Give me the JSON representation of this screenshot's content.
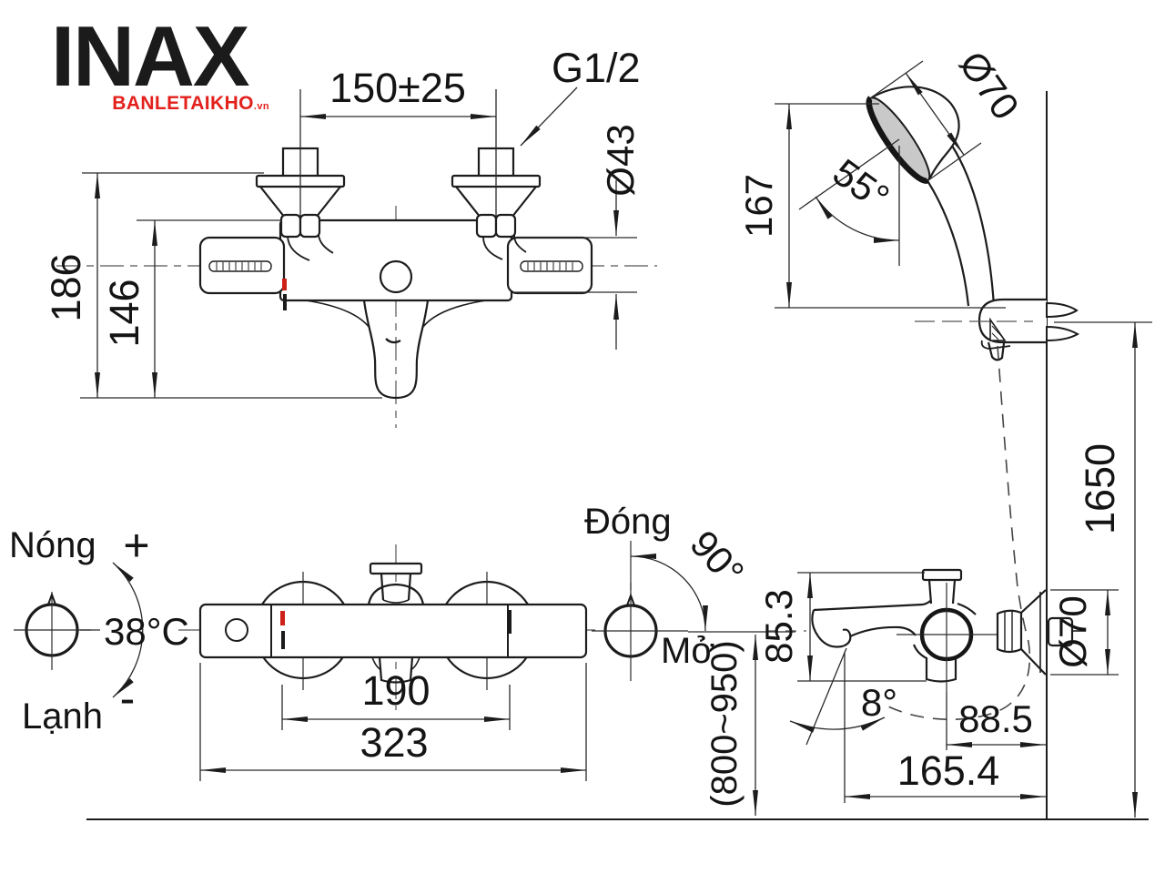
{
  "logo": {
    "brand": "INAX",
    "watermark": "BANLETAIKHO",
    "watermark_suffix": ".vn"
  },
  "colors": {
    "line": "#1c1c1c",
    "accent_red": "#cc2018",
    "logo_red": "#e3201b",
    "shower_face_fill": "#c9c9c9"
  },
  "top_view": {
    "inlet_pitch": "150±25",
    "thread_size": "G1/2",
    "handle_diameter": "Ø43",
    "depth_total": "186",
    "depth_body": "146"
  },
  "hand_shower": {
    "head_diameter": "Ø70",
    "head_length": "167",
    "head_angle": "55°",
    "rail_height": "1650"
  },
  "front_view": {
    "hot_label": "Nóng",
    "plus_sign": "+",
    "temperature": "38°C",
    "cold_label": "Lạnh",
    "minus_sign": "-",
    "close_label": "Đóng",
    "turn_angle": "90°",
    "open_label": "Mở",
    "handle_pitch": "190",
    "overall_width": "323",
    "install_height": "(800~950)"
  },
  "side_view": {
    "body_height": "85.3",
    "spout_angle": "8°",
    "handle_to_wall": "88.5",
    "spout_to_wall": "165.4",
    "flange_diameter": "Ø70"
  }
}
